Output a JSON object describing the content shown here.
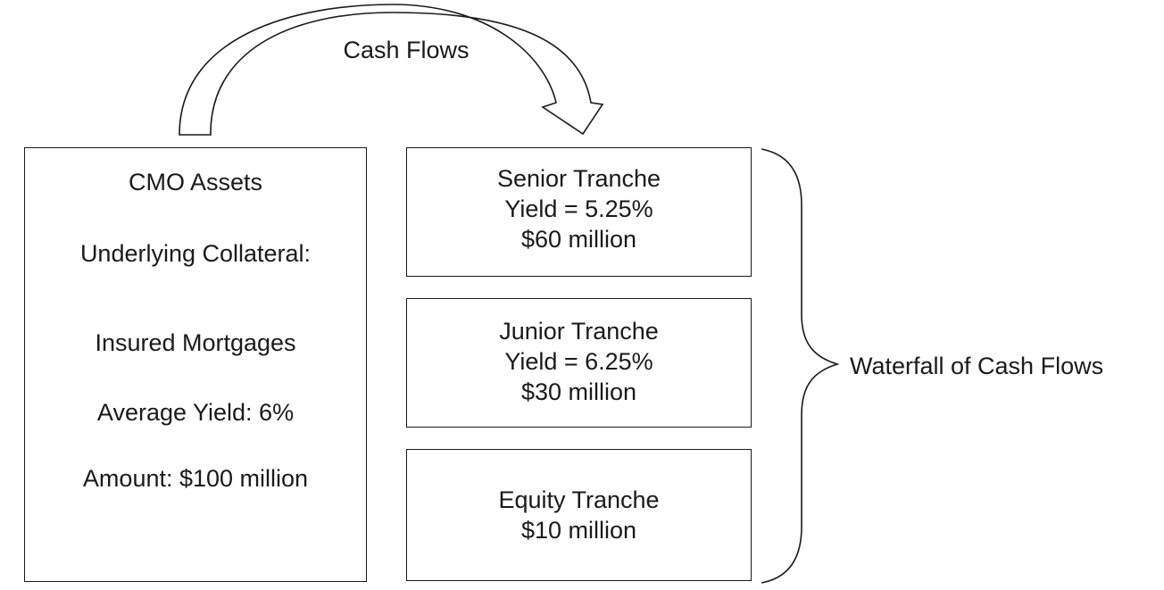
{
  "arrow": {
    "label": "Cash Flows"
  },
  "assets": {
    "title": "CMO Assets",
    "subtitle": "Underlying Collateral:",
    "type": "Insured Mortgages",
    "yield": "Average Yield: 6%",
    "amount": "Amount: $100 million"
  },
  "tranches": [
    {
      "name": "Senior Tranche",
      "yield": "Yield = 5.25%",
      "amount": "$60 million"
    },
    {
      "name": "Junior Tranche",
      "yield": "Yield = 6.25%",
      "amount": "$30 million"
    },
    {
      "name": "Equity Tranche",
      "amount": "$10 million"
    }
  ],
  "brace": {
    "label": "Waterfall of Cash Flows"
  }
}
